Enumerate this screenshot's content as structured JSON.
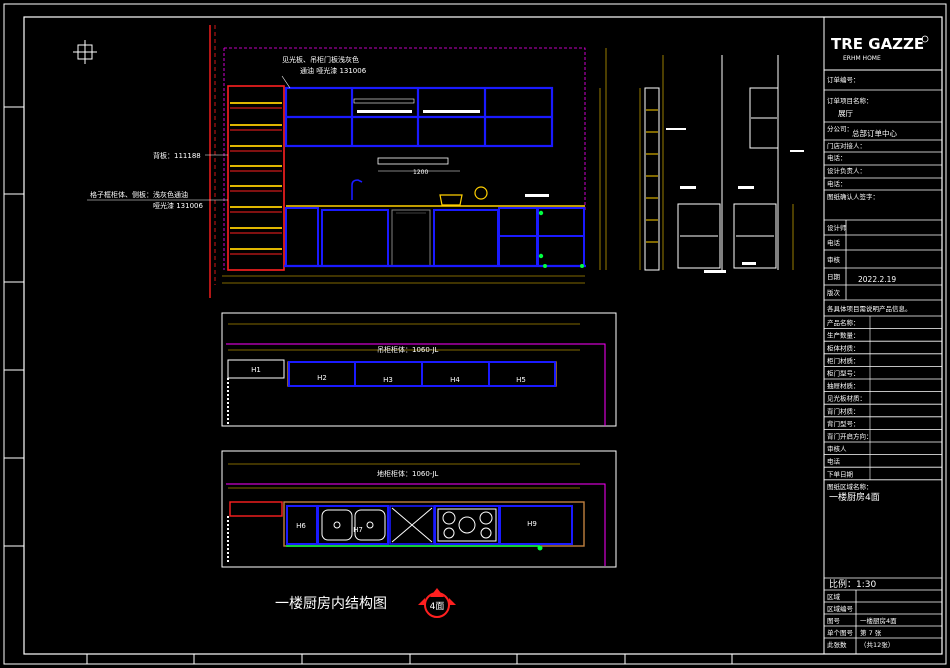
{
  "title_block": {
    "brand": "TRE GAZZE",
    "brand_sub": "ERHM HOME",
    "fields": [
      {
        "label": "订单编号：",
        "value": ""
      },
      {
        "label": "订单项目名称：",
        "value": "展厅"
      },
      {
        "label": "分公司：",
        "value": "总部订单中心"
      },
      {
        "label": "门店对接人：",
        "value": ""
      },
      {
        "label": "电话：",
        "value": ""
      },
      {
        "label": "设计负责人：",
        "value": ""
      },
      {
        "label": "电话：",
        "value": ""
      },
      {
        "label": "图纸确认人签字：",
        "value": ""
      }
    ],
    "designer_label": "设计师",
    "phone_label": "电话",
    "review_label": "审核",
    "date_label": "日期",
    "date_value": "2022.2.19",
    "version_label": "版次",
    "product_note": "各具体项目需说明产品信息。",
    "product_fields": [
      "产品名称：",
      "生产数量：",
      "柜体材质：",
      "柜门材质：",
      "柜门型号：",
      "抽屉材质：",
      "见光板材质：",
      "背门材质：",
      "背门型号：",
      "背门开启方向：",
      "审核人",
      "电话",
      "下单日期"
    ],
    "drawing_name_label": "图纸区域名称：",
    "drawing_name": "一楼厨房4面",
    "scale": "比例：1:30",
    "bottom_rows": [
      {
        "label": "区域",
        "value": ""
      },
      {
        "label": "区域编号",
        "value": ""
      },
      {
        "label": "图号",
        "value": "一楼厨房4面"
      },
      {
        "label": "单个图号",
        "value": "第 7 张"
      },
      {
        "label": "此张数",
        "value": "（共12张）"
      }
    ]
  },
  "elevation": {
    "note_top_1": "见光板、吊柜门板浅灰色",
    "note_top_2": "通油 哑光漆 131006",
    "note_back": "背板：111188",
    "note_side_1": "格子框柜体、侧板：浅灰色通油",
    "note_side_2": "哑光漆 131006",
    "dim_1200": "1200"
  },
  "plan_upper": {
    "title": "吊柜柜体：1060-JL",
    "cells": [
      "H1",
      "H2",
      "H3",
      "H4",
      "H5"
    ]
  },
  "plan_lower": {
    "title": "地柜柜体：1060-JL",
    "cells": [
      "H6",
      "H7",
      "H9"
    ]
  },
  "caption": {
    "title": "一楼厨房内结构图",
    "view_tag": "4面"
  },
  "colors": {
    "cabinet_blue": "#1a1aff",
    "frame_red": "#ff2020",
    "shelf_yellow": "#ffd000",
    "magenta": "#ff00ff",
    "green": "#00ff40",
    "brown": "#c08040"
  }
}
